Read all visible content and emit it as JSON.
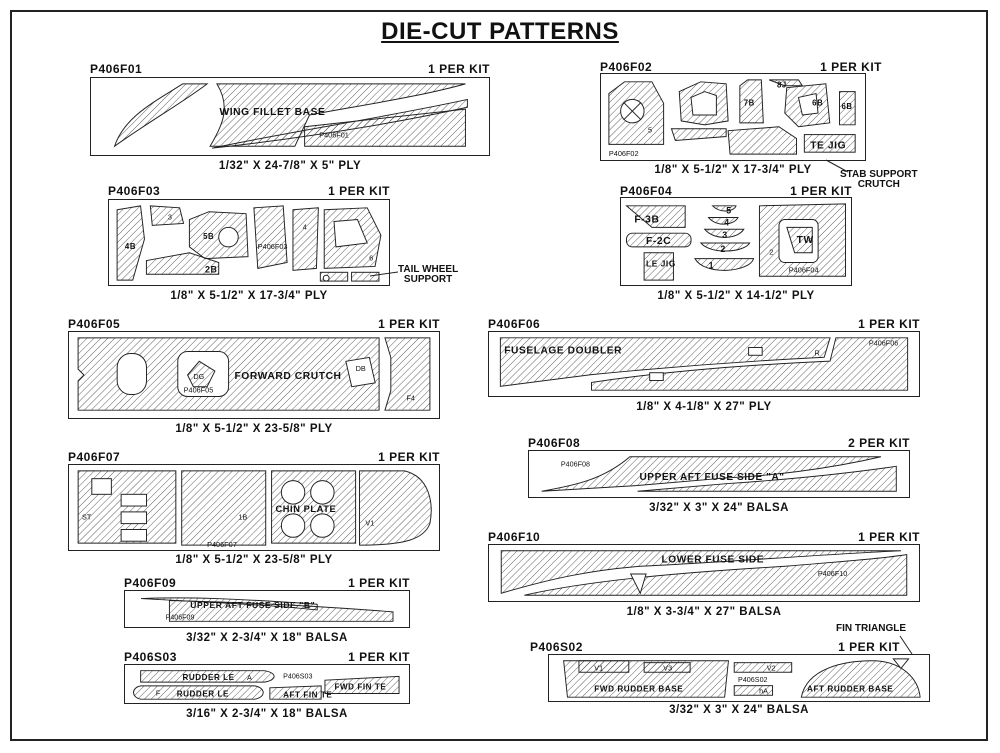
{
  "title": "DIE-CUT PATTERNS",
  "patterns": {
    "f01": {
      "id": "P406F01",
      "qty": "1 PER KIT",
      "dims": "1/32\" X 24-7/8\" X 5\" PLY",
      "label": "WING FILLET BASE",
      "small": "P406F01"
    },
    "f02": {
      "id": "P406F02",
      "qty": "1 PER KIT",
      "dims": "1/8\" X 5-1/2\" X 17-3/4\" PLY",
      "label": "TE JIG",
      "small": "P406F02",
      "tags": [
        "8J",
        "7B",
        "6B",
        "6B",
        "5"
      ],
      "callout": "STAB SUPPORT\nCRUTCH"
    },
    "f03": {
      "id": "P406F03",
      "qty": "1 PER KIT",
      "dims": "1/8\" X 5-1/2\" X 17-3/4\" PLY",
      "label": "2B",
      "small": "P406F03",
      "tags": [
        "4B",
        "5B",
        "3",
        "4",
        "6"
      ],
      "callout": "TAIL WHEEL\nSUPPORT"
    },
    "f04": {
      "id": "P406F04",
      "qty": "1 PER KIT",
      "dims": "1/8\" X 5-1/2\" X 14-1/2\" PLY",
      "small": "P406F04",
      "labels": [
        "F-3B",
        "F-2C",
        "LE JIG",
        "5",
        "4",
        "3",
        "2",
        "1",
        "TW",
        "2"
      ]
    },
    "f05": {
      "id": "P406F05",
      "qty": "1 PER KIT",
      "dims": "1/8\" X 5-1/2\" X 23-5/8\" PLY",
      "label": "FORWARD CRUTCH",
      "small": "P406F05",
      "tags": [
        "DG",
        "DB",
        "F4"
      ]
    },
    "f06": {
      "id": "P406F06",
      "qty": "1 PER KIT",
      "dims": "1/8\" X 4-1/8\" X 27\" PLY",
      "label": "FUSELAGE DOUBLER",
      "small": "P406F06",
      "tags": [
        "R"
      ]
    },
    "f07": {
      "id": "P406F07",
      "qty": "1 PER KIT",
      "dims": "1/8\" X 5-1/2\" X 23-5/8\" PLY",
      "label": "CHIN PLATE",
      "small": "P406F07",
      "tags": [
        "ST",
        "1B",
        "V1"
      ]
    },
    "f08": {
      "id": "P406F08",
      "qty": "2 PER KIT",
      "dims": "3/32\" X 3\" X 24\" BALSA",
      "label": "UPPER AFT FUSE SIDE \"A\"",
      "small": "P406F08"
    },
    "f09": {
      "id": "P406F09",
      "qty": "1 PER KIT",
      "dims": "3/32\" X 2-3/4\" X 18\" BALSA",
      "label": "UPPER AFT FUSE SIDE \"B\"",
      "small": "P406F09"
    },
    "f10": {
      "id": "P406F10",
      "qty": "1 PER KIT",
      "dims": "1/8\" X 3-3/4\" X 27\" BALSA",
      "label": "LOWER FUSE SIDE",
      "small": "P406F10"
    },
    "s03": {
      "id": "P406S03",
      "qty": "1 PER KIT",
      "dims": "3/16\" X 2-3/4\" X 18\" BALSA",
      "labels": [
        "RUDDER LE",
        "RUDDER LE",
        "AFT FIN TE",
        "FWD FIN TE",
        "A",
        "F"
      ],
      "small": "P406S03"
    },
    "s02": {
      "id": "P406S02",
      "qty": "1 PER KIT",
      "dims": "3/32\" X 3\" X 24\" BALSA",
      "labels": [
        "FWD RUDDER BASE",
        "AFT RUDDER BASE",
        "V1",
        "V3",
        "V2",
        "hA"
      ],
      "small": "P406S02",
      "callout": "FIN TRIANGLE"
    }
  }
}
